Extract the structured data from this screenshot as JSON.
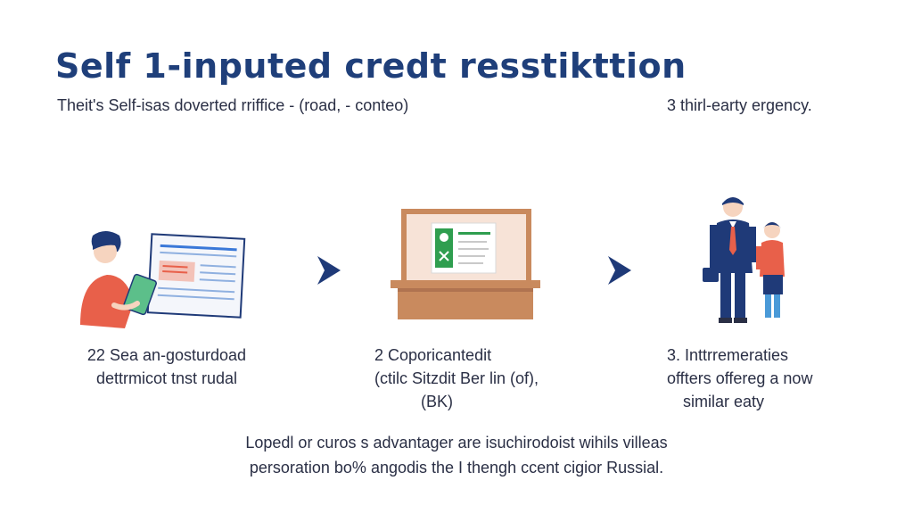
{
  "title": "Self 1-inputed credt resstikttion",
  "subtitle": {
    "left": "Theit's Self-isas doverted rriffice - (road, - conteo)",
    "right": "3 thirl-earty ergency."
  },
  "steps": [
    {
      "lines": [
        "22 Sea an-gosturdoad",
        "dettrmicot tnst rudal"
      ]
    },
    {
      "lines": [
        "2 Coporicantedit",
        "(ctilc Sitzdit Ber lin (of),",
        "(BK)"
      ]
    },
    {
      "lines": [
        "3.  Inttrremeraties",
        "offters offereg a now",
        "similar eaty"
      ]
    }
  ],
  "footer": {
    "lines": [
      "Lopedl or curos s advantager are isuchirodoist wihils villeas",
      "persoration bo% angodis the I thengh ccent cigior Russial."
    ]
  },
  "icons": [
    "person-tablet-icon",
    "chevron-right-icon",
    "document-desk-icon",
    "chevron-right-icon",
    "adult-child-icon"
  ],
  "colors": {
    "title": "#1f3f7a",
    "accent-orange": "#e8604a",
    "accent-green": "#2f9e4f",
    "navy": "#1f3a78",
    "wood": "#c98a5e"
  }
}
